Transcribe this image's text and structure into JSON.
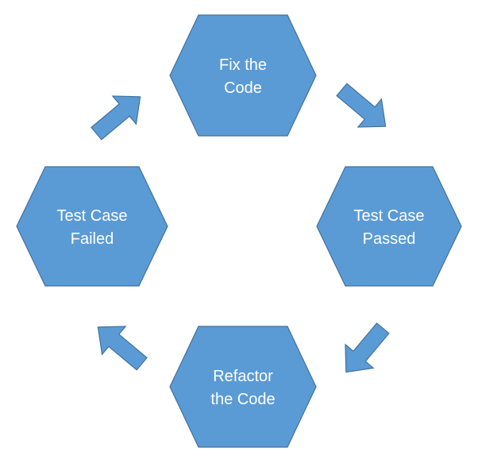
{
  "diagram": {
    "style": {
      "fill": "#5B9BD5",
      "stroke": "#41719C",
      "text_color": "#FFFFFF",
      "background": "#FFFFFF"
    },
    "nodes": {
      "fix_code": {
        "line1": "Fix the",
        "line2": "Code"
      },
      "test_passed": {
        "line1": "Test Case",
        "line2": "Passed"
      },
      "refactor_code": {
        "line1": "Refactor",
        "line2": "the Code"
      },
      "test_failed": {
        "line1": "Test Case",
        "line2": "Failed"
      }
    },
    "edges": [
      {
        "from": "test_failed",
        "to": "fix_code"
      },
      {
        "from": "fix_code",
        "to": "test_passed"
      },
      {
        "from": "test_passed",
        "to": "refactor_code"
      },
      {
        "from": "refactor_code",
        "to": "test_failed"
      }
    ]
  }
}
